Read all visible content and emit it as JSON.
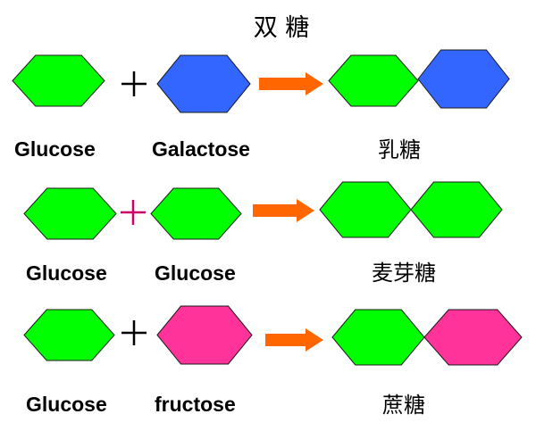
{
  "title": "双 糖",
  "colors": {
    "glucose": "#00ff00",
    "galactose": "#3366ff",
    "fructose": "#ff3399",
    "arrow": "#ff6600",
    "plus_black": "#000000",
    "plus_magenta": "#cc0066"
  },
  "reactions": [
    {
      "left": "Glucose",
      "right": "Galactose",
      "product": "乳糖"
    },
    {
      "left": "Glucose",
      "right": "Glucose",
      "product": "麦芽糖"
    },
    {
      "left": "Glucose",
      "right": "fructose",
      "product": "蔗糖"
    }
  ]
}
